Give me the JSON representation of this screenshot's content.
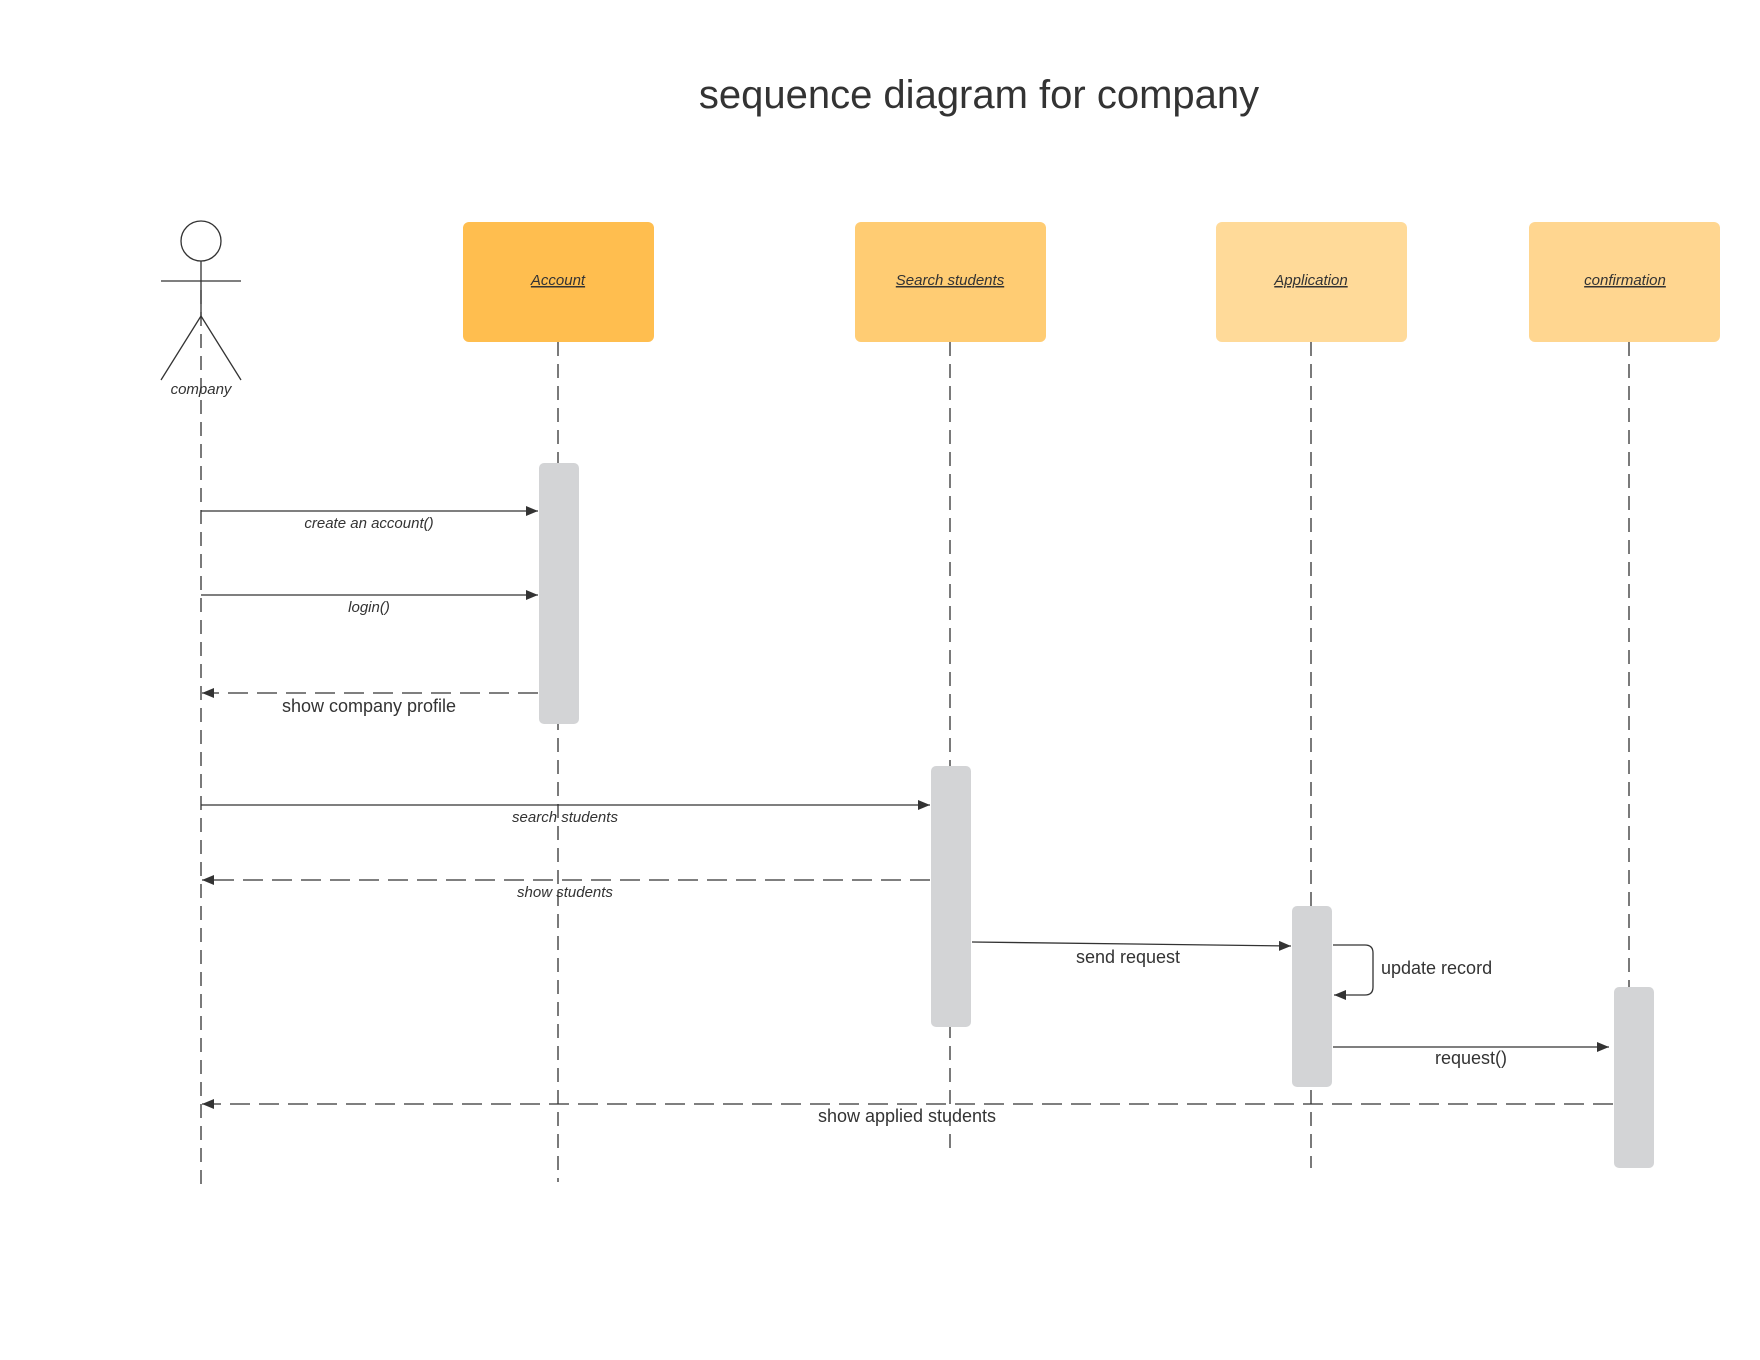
{
  "title": "sequence diagram for company",
  "colors": {
    "account": "#ffbe4f",
    "search_students": "#ffcc73",
    "application": "#ffda99",
    "confirmation": "#ffd690",
    "activation": "#d3d4d6",
    "line": "#333333"
  },
  "actor": {
    "label": "company"
  },
  "objects": [
    {
      "id": "account",
      "label": "Account"
    },
    {
      "id": "search_students",
      "label": "Search students"
    },
    {
      "id": "application",
      "label": "Application"
    },
    {
      "id": "confirmation",
      "label": "confirmation"
    }
  ],
  "messages": [
    {
      "id": "create_account",
      "label": "create an account()",
      "from": "company",
      "to": "account",
      "style": "solid"
    },
    {
      "id": "login",
      "label": "login()",
      "from": "company",
      "to": "account",
      "style": "solid"
    },
    {
      "id": "show_company_profile",
      "label": "show company profile",
      "from": "account",
      "to": "company",
      "style": "dashed"
    },
    {
      "id": "search_students",
      "label": "search students",
      "from": "company",
      "to": "search_students",
      "style": "solid"
    },
    {
      "id": "show_students",
      "label": "show students",
      "from": "search_students",
      "to": "company",
      "style": "dashed"
    },
    {
      "id": "send_request",
      "label": "send request",
      "from": "search_students",
      "to": "application",
      "style": "solid"
    },
    {
      "id": "update_record",
      "label": "update record",
      "from": "application",
      "to": "application",
      "style": "solid"
    },
    {
      "id": "request",
      "label": "request()",
      "from": "application",
      "to": "confirmation",
      "style": "solid"
    },
    {
      "id": "show_applied_students",
      "label": "show applied students",
      "from": "confirmation",
      "to": "company",
      "style": "dashed"
    }
  ]
}
